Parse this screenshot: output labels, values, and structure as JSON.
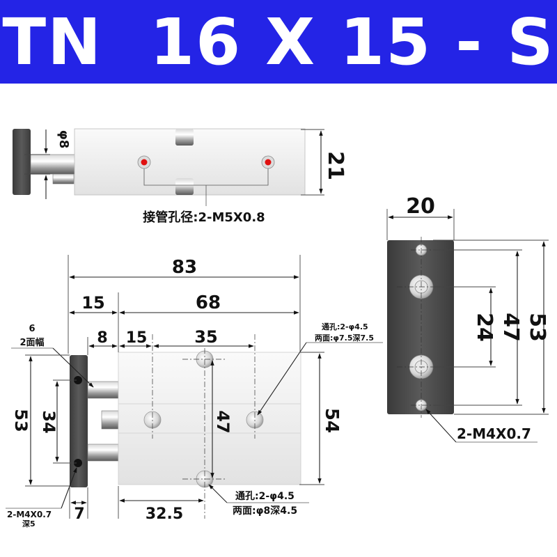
{
  "title": "TN  16 X 15 - S",
  "side_view": {
    "rod_dia": "φ8",
    "height": "21",
    "port_note": "接管孔径:2-M5X0.8"
  },
  "front_view": {
    "overall_length": "83",
    "stroke_section": "15",
    "body_length": "68",
    "plate_width_value": "6",
    "plate_width_text": "2面幅",
    "plate_offset": "8",
    "hole_offset": "15",
    "hole_pitch": "35",
    "through_hole_top_1": "通孔:2-φ4.5",
    "through_hole_top_2": "两面:φ7.5深7.5",
    "plate_height": "53",
    "plate_hole_pitch": "34",
    "body_center_height": "47",
    "body_height": "54",
    "plate_tap_1": "2-M4X0.7",
    "plate_tap_2": "深5",
    "plate_thickness": "7",
    "hole_position": "32.5",
    "through_hole_bottom_1": "通孔:2-φ4.5",
    "through_hole_bottom_2": "两面:φ8深4.5"
  },
  "end_view": {
    "width": "20",
    "inner_pitch": "24",
    "center_pitch": "47",
    "height": "53",
    "tap_note": "2-M4X0.7"
  },
  "colors": {
    "banner": "#2424e6",
    "port_dot": "#e01010",
    "plate": "#4a4a4a",
    "body": "#f2f2f2"
  }
}
